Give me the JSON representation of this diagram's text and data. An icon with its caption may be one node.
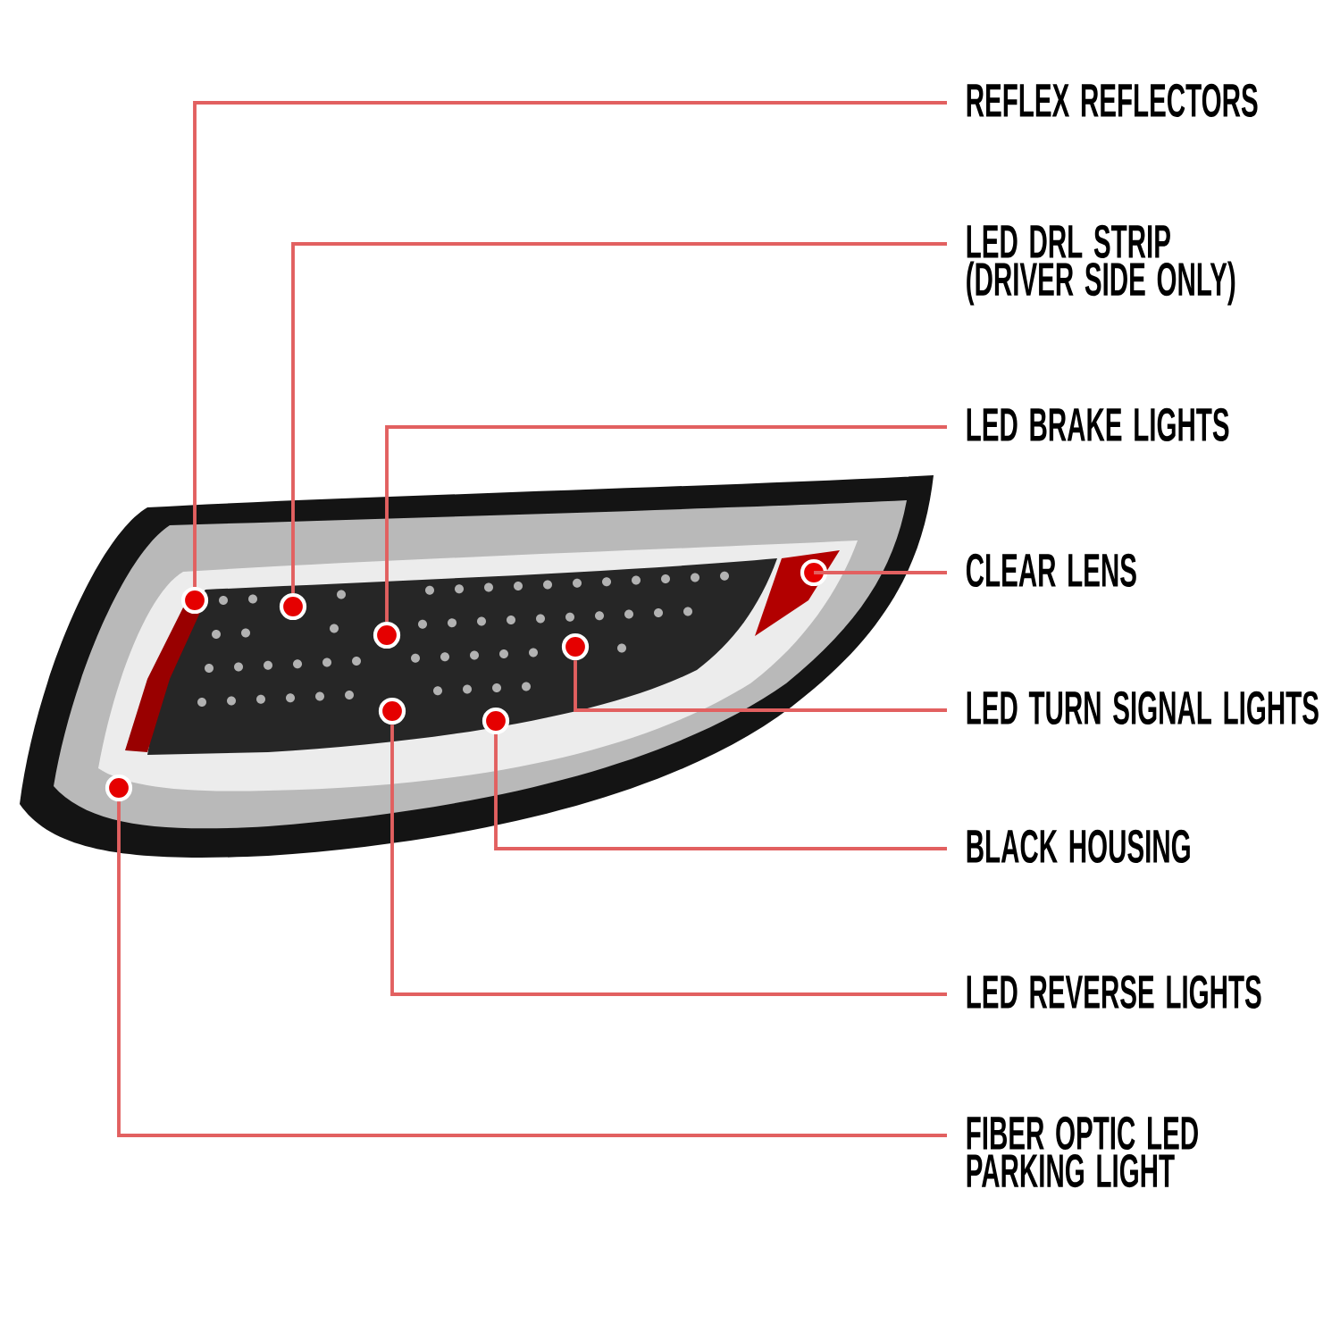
{
  "diagram": {
    "nodes": [
      {
        "text": [
          "REFLEX REFLECTORS"
        ]
      },
      {
        "text": [
          "LED DRL STRIP (DRIVER SIDE ONLY)"
        ]
      },
      {
        "text": [
          "LED BRAKE LIGHTS"
        ]
      },
      {
        "text": [
          "CLEAR LENS"
        ]
      },
      {
        "text": [
          "LED TURN SIGNAL LIGHTS"
        ]
      },
      {
        "text": [
          "BLACK HOUSING"
        ]
      },
      {
        "text": [
          "LED REVERSE LIGHTS"
        ]
      },
      {
        "text": [
          "FIBER OPTIC LED PARKING LIGHT"
        ]
      },
      {
        "text": [],
        "shape": "circle"
      },
      {
        "text": [],
        "shape": "circle"
      },
      {
        "text": [],
        "shape": "circle"
      },
      {
        "text": [],
        "shape": "circle"
      },
      {
        "text": [],
        "shape": "circle"
      },
      {
        "text": [],
        "shape": "circle"
      },
      {
        "text": [],
        "shape": "circle"
      },
      {
        "text": [],
        "shape": "circle"
      }
    ],
    "edges": [
      {
        "from": 0,
        "to": 8,
        "arrow": "none"
      },
      {
        "from": 1,
        "to": 9,
        "arrow": "none"
      },
      {
        "from": 2,
        "to": 10,
        "arrow": "none"
      },
      {
        "from": 3,
        "to": 11,
        "arrow": "none"
      },
      {
        "from": 4,
        "to": 12,
        "arrow": "none"
      },
      {
        "from": 5,
        "to": 13,
        "arrow": "none"
      },
      {
        "from": 6,
        "to": 14,
        "arrow": "none"
      },
      {
        "from": 7,
        "to": 15,
        "arrow": "none"
      }
    ]
  }
}
